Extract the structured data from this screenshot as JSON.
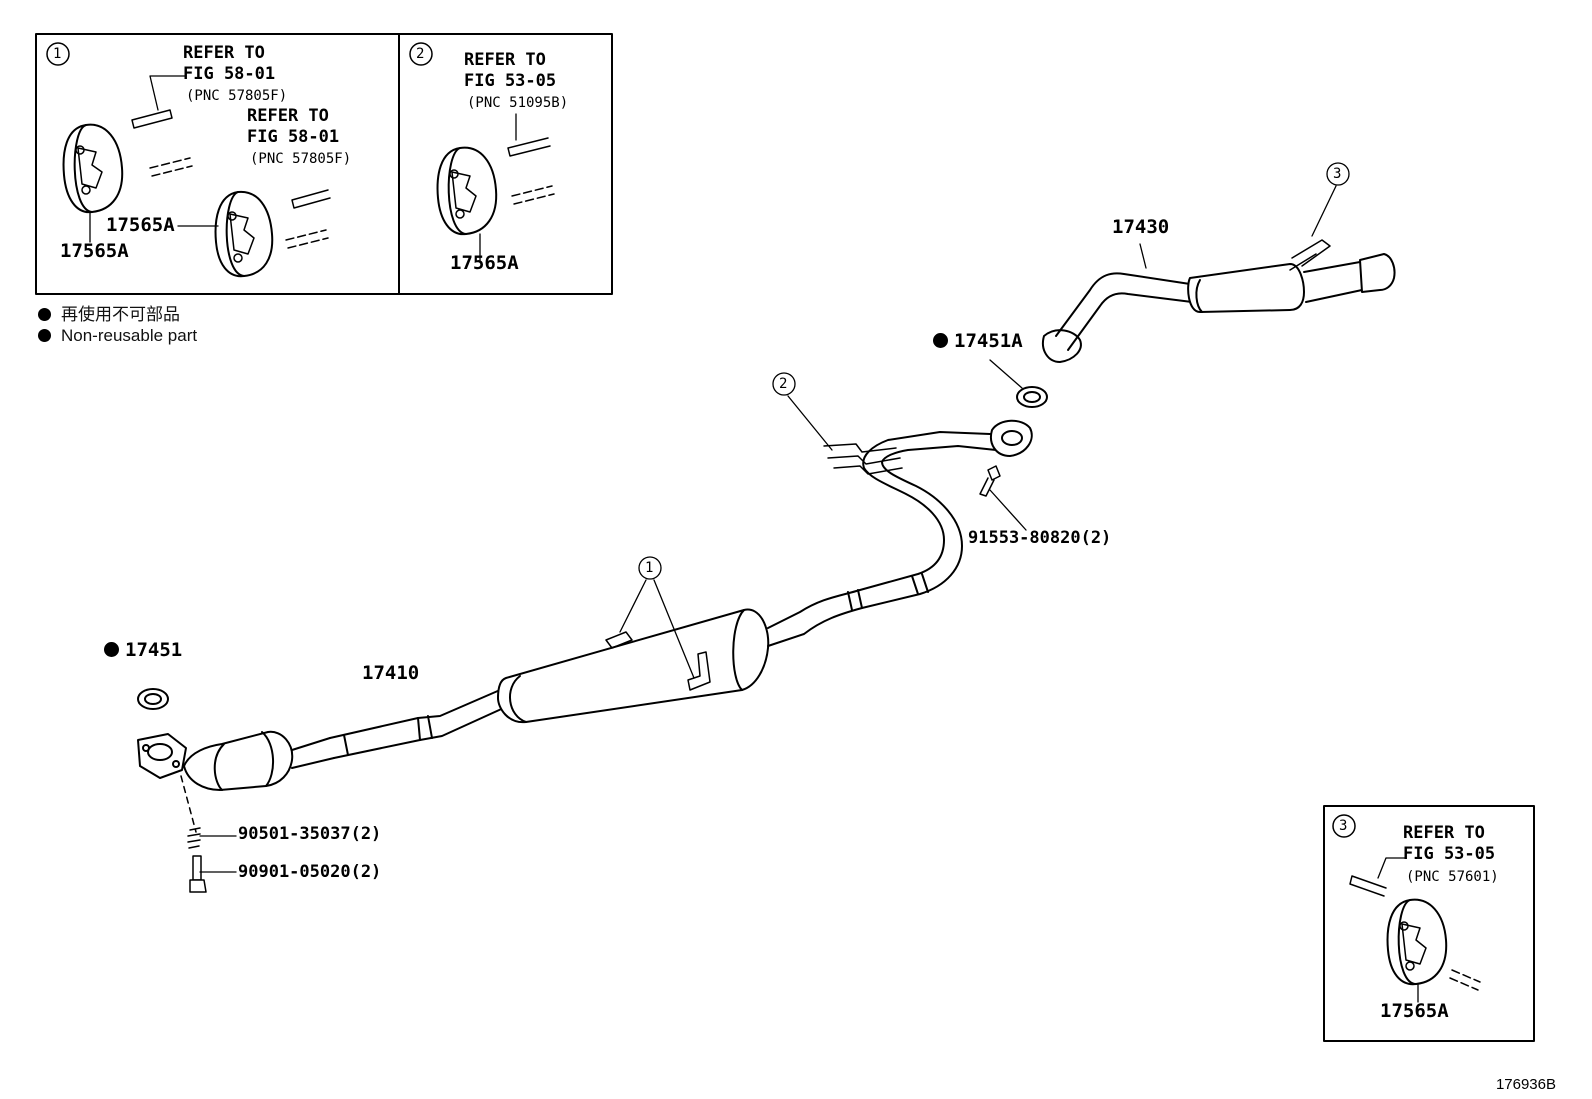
{
  "insets": {
    "inset1": {
      "number": "1",
      "refer_a": {
        "line1": "REFER TO",
        "line2": "FIG 58-01",
        "pnc": "(PNC 57805F)"
      },
      "refer_b": {
        "line1": "REFER TO",
        "line2": "FIG 58-01",
        "pnc": "(PNC 57805F)"
      },
      "part_a": "17565A",
      "part_b": "17565A"
    },
    "inset2": {
      "number": "2",
      "refer": {
        "line1": "REFER TO",
        "line2": "FIG 53-05",
        "pnc": "(PNC 51095B)"
      },
      "part": "17565A"
    },
    "inset3": {
      "number": "3",
      "refer": {
        "line1": "REFER TO",
        "line2": "FIG 53-05",
        "pnc": "(PNC 57601)"
      },
      "part": "17565A"
    }
  },
  "legend": {
    "japanese": "再使用不可部品",
    "english": "Non-reusable part"
  },
  "parts": {
    "p17451": "17451",
    "p17410": "17410",
    "p90501": "90501-35037(2)",
    "p90901": "90901-05020(2)",
    "p17451A": "17451A",
    "p17430": "17430",
    "p91553": "91553-80820(2)"
  },
  "callouts": {
    "c1": "1",
    "c2": "2",
    "c3": "3"
  },
  "diagram_id": "176936B"
}
